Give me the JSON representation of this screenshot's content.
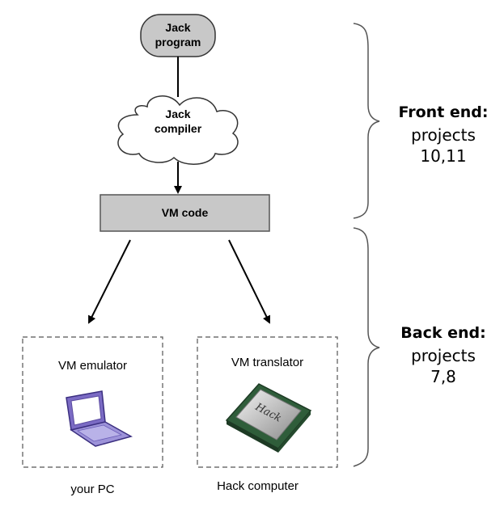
{
  "nodes": {
    "jack_program": [
      "Jack",
      "program"
    ],
    "jack_compiler": [
      "Jack",
      "compiler"
    ],
    "vm_code": "VM code",
    "vm_emulator": "VM emulator",
    "vm_translator": "VM translator",
    "your_pc": "your PC",
    "hack_computer": "Hack computer",
    "chip_text": "Hack"
  },
  "front_end": {
    "title": "Front end:",
    "line1": "projects",
    "line2": "10,11"
  },
  "back_end": {
    "title": "Back end:",
    "line1": "projects",
    "line2": "7,8"
  },
  "colors": {
    "node_fill": "#c8c8c8",
    "stroke": "#333333"
  }
}
